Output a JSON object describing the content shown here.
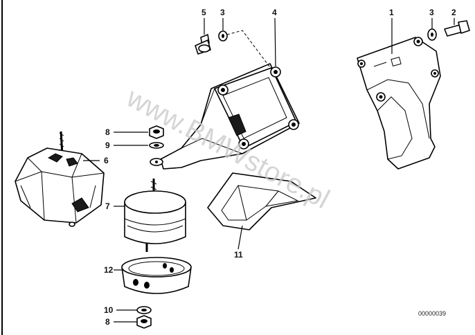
{
  "diagram": {
    "labels": [
      "5",
      "3",
      "4",
      "1",
      "3",
      "2",
      "8",
      "9",
      "6",
      "7",
      "11",
      "12",
      "10",
      "8"
    ],
    "watermark": "www.BMWstore.pl",
    "diagram_code": "00000039"
  }
}
